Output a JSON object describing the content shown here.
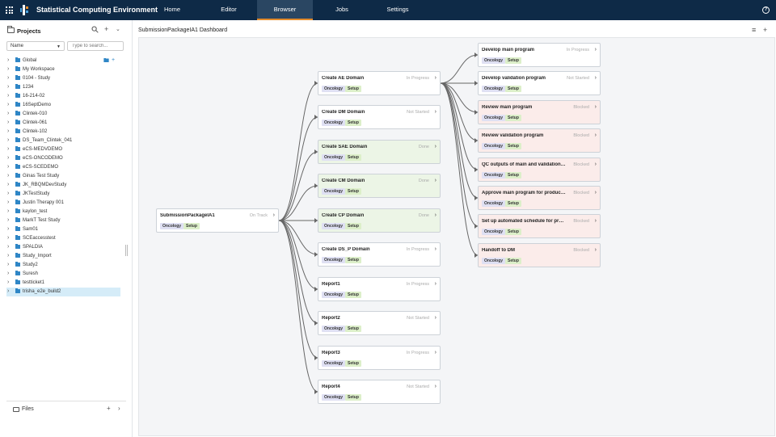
{
  "app": {
    "title": "Statistical Computing Environment",
    "nav": [
      "Home",
      "Editor",
      "Browser",
      "Jobs",
      "Settings"
    ],
    "active_nav": "Browser",
    "help_label": "?"
  },
  "sidebar": {
    "title": "Projects",
    "sort_value": "Name",
    "search_placeholder": "Type to search...",
    "projects": [
      "Global",
      "My Workspace",
      "0104 - Study",
      "1234",
      "16-214-02",
      "16SeptDemo",
      "Clintek-010",
      "Clintek-061",
      "Clintek-102",
      "DS_Team_Clintek_041",
      "eCS-MEDVDEMO",
      "eCS-ONCODEMO",
      "eCS-SCEDEMO",
      "Ginas Test Study",
      "JK_RBQMDevStudy",
      "JKTestStudy",
      "Justin Therapy 001",
      "kaylon_test",
      "MarkT Test Study",
      "Sam01",
      "SCEaccesstest",
      "SPALDIA",
      "Study_Import",
      "Study2",
      "Suresh",
      "testticket1",
      "trisha_e2e_build2"
    ],
    "selected_project": "trisha_e2e_build2",
    "files_label": "Files"
  },
  "main": {
    "title": "SubmissionPackageIA1 Dashboard",
    "root": {
      "title": "SubmissionPackageIA1",
      "status": "On Track",
      "tags": [
        "Oncology",
        "Setup"
      ]
    },
    "domains": [
      {
        "title": "Create AE Domain",
        "status": "In Progress",
        "tags": [
          "Oncology",
          "Setup"
        ]
      },
      {
        "title": "Create DM Domain",
        "status": "Not Started",
        "tags": [
          "Oncology",
          "Setup"
        ]
      },
      {
        "title": "Create SAE Domain",
        "status": "Done",
        "tags": [
          "Oncology",
          "Setup"
        ]
      },
      {
        "title": "Create CM Domain",
        "status": "Done",
        "tags": [
          "Oncology",
          "Setup"
        ]
      },
      {
        "title": "Create CP Domain",
        "status": "Done",
        "tags": [
          "Oncology",
          "Setup"
        ]
      },
      {
        "title": "Create DS_P Domain",
        "status": "In Progress",
        "tags": [
          "Oncology",
          "Setup"
        ]
      },
      {
        "title": "Report1",
        "status": "In Progress",
        "tags": [
          "Oncology",
          "Setup"
        ]
      },
      {
        "title": "Report2",
        "status": "Not Started",
        "tags": [
          "Oncology",
          "Setup"
        ]
      },
      {
        "title": "Report3",
        "status": "In Progress",
        "tags": [
          "Oncology",
          "Setup"
        ]
      },
      {
        "title": "Report4",
        "status": "Not Started",
        "tags": [
          "Oncology",
          "Setup"
        ]
      }
    ],
    "programs": [
      {
        "title": "Develop main program",
        "status": "In Progress",
        "tags": [
          "Oncology",
          "Setup"
        ]
      },
      {
        "title": "Develop validation program",
        "status": "Not Started",
        "tags": [
          "Oncology",
          "Setup"
        ]
      },
      {
        "title": "Review main program",
        "status": "Blocked",
        "tags": [
          "Oncology",
          "Setup"
        ]
      },
      {
        "title": "Review validation program",
        "status": "Blocked",
        "tags": [
          "Oncology",
          "Setup"
        ]
      },
      {
        "title": "QC outputs of main and validation progr...",
        "status": "Blocked",
        "tags": [
          "Oncology",
          "Setup"
        ]
      },
      {
        "title": "Approve main program for production",
        "status": "Blocked",
        "tags": [
          "Oncology",
          "Setup"
        ]
      },
      {
        "title": "Set up automated schedule for program...",
        "status": "Blocked",
        "tags": [
          "Oncology",
          "Setup"
        ]
      },
      {
        "title": "Handoff to DM",
        "status": "Blocked",
        "tags": [
          "Oncology",
          "Setup"
        ]
      }
    ]
  },
  "colors": {
    "topbar": "#0e2a47",
    "active_tab_underline": "#e38b2c",
    "done_bg": "#ecf5e6",
    "blocked_bg": "#fbecea",
    "folder": "#2f86c6",
    "connector": "#666666"
  }
}
